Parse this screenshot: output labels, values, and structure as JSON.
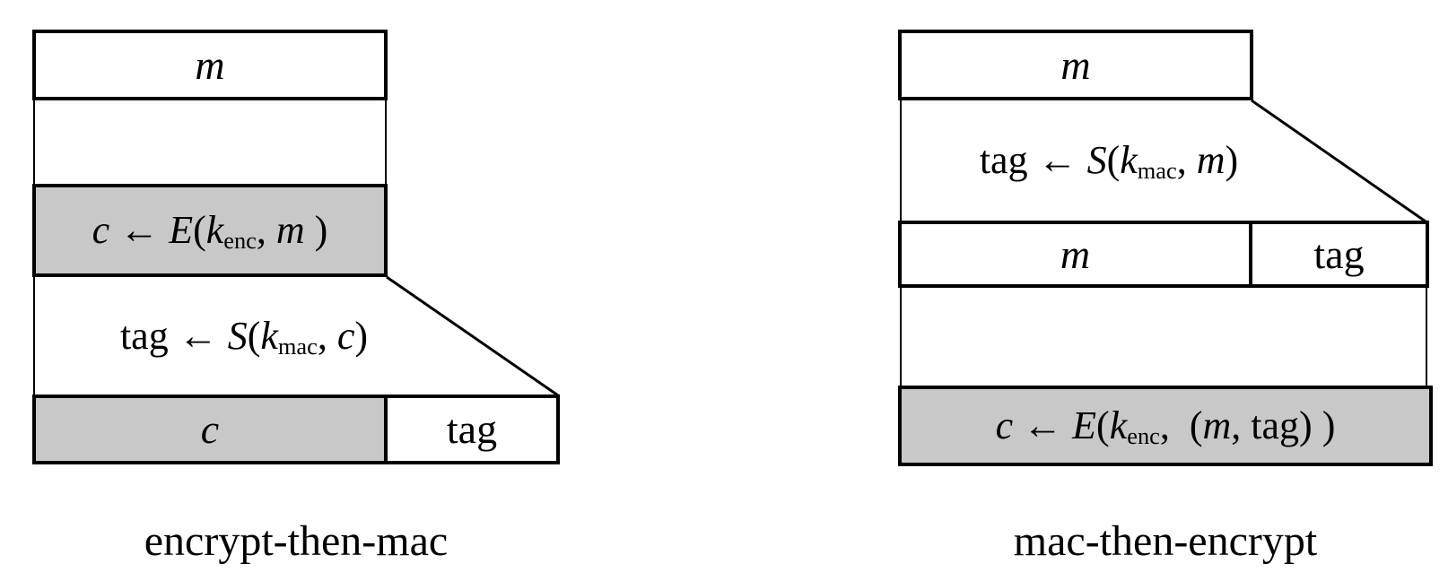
{
  "figure": {
    "colors": {
      "shaded_fill": "#c8c8c8",
      "line": "#000000",
      "background": "#ffffff",
      "text": "#000000"
    },
    "left": {
      "caption": "encrypt-then-mac",
      "message_label": "m",
      "encrypt_formula": [
        {
          "t": "c",
          "s": "i"
        },
        {
          "t": " ← ",
          "s": "r"
        },
        {
          "t": "E",
          "s": "i"
        },
        {
          "t": "(",
          "s": "r"
        },
        {
          "t": "k",
          "s": "i"
        },
        {
          "t": "enc",
          "s": "sub"
        },
        {
          "t": ", ",
          "s": "r"
        },
        {
          "t": "m",
          "s": "i"
        },
        {
          "t": " )",
          "s": "r"
        }
      ],
      "sign_formula": [
        {
          "t": "tag ← ",
          "s": "r"
        },
        {
          "t": "S",
          "s": "i"
        },
        {
          "t": "(",
          "s": "r"
        },
        {
          "t": "k",
          "s": "i"
        },
        {
          "t": "mac",
          "s": "sub"
        },
        {
          "t": ", ",
          "s": "r"
        },
        {
          "t": "c",
          "s": "i"
        },
        {
          "t": ")",
          "s": "r"
        }
      ],
      "output": {
        "cipher_label": "c",
        "tag_label": "tag"
      }
    },
    "right": {
      "caption": "mac-then-encrypt",
      "message_label": "m",
      "sign_formula": [
        {
          "t": "tag ← ",
          "s": "r"
        },
        {
          "t": "S",
          "s": "i"
        },
        {
          "t": "(",
          "s": "r"
        },
        {
          "t": "k",
          "s": "i"
        },
        {
          "t": "mac",
          "s": "sub"
        },
        {
          "t": ", ",
          "s": "r"
        },
        {
          "t": "m",
          "s": "i"
        },
        {
          "t": ")",
          "s": "r"
        }
      ],
      "concat": {
        "message_label": "m",
        "tag_label": "tag"
      },
      "encrypt_formula": [
        {
          "t": "c",
          "s": "i"
        },
        {
          "t": " ← ",
          "s": "r"
        },
        {
          "t": "E",
          "s": "i"
        },
        {
          "t": "(",
          "s": "r"
        },
        {
          "t": "k",
          "s": "i"
        },
        {
          "t": "enc",
          "s": "sub"
        },
        {
          "t": ",  (",
          "s": "r"
        },
        {
          "t": "m",
          "s": "i"
        },
        {
          "t": ", tag) )",
          "s": "r"
        }
      ]
    }
  }
}
